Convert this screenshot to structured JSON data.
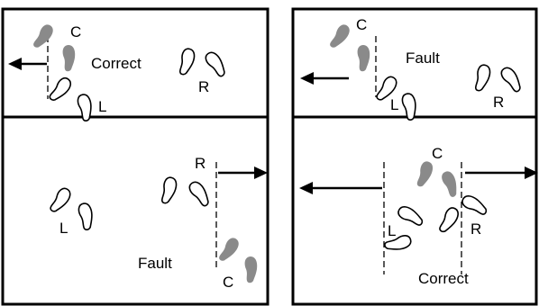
{
  "panels": {
    "top_left": {
      "status": "Correct",
      "labels": [
        "C",
        "R",
        "L"
      ]
    },
    "top_right": {
      "status": "Fault",
      "labels": [
        "C",
        "L",
        "R"
      ]
    },
    "bottom_left": {
      "status": "Fault",
      "labels": [
        "R",
        "L",
        "C"
      ]
    },
    "bottom_right": {
      "status": "Correct",
      "labels": [
        "C",
        "L",
        "R"
      ]
    }
  },
  "colors": {
    "outline": "#000000",
    "solid_footprint": "#8a8a8a",
    "background": "#ffffff"
  },
  "icons": [
    "footprint-outline-icon",
    "footprint-solid-icon",
    "arrow-left-icon",
    "arrow-right-icon"
  ]
}
